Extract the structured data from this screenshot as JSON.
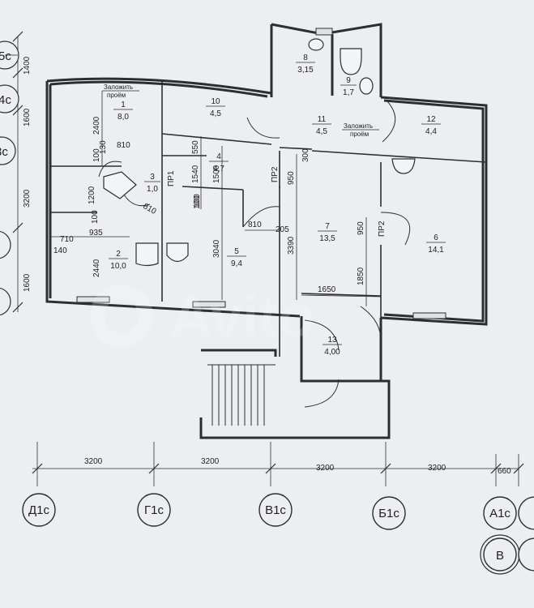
{
  "rooms": [
    {
      "num": "1",
      "area": "8,0"
    },
    {
      "num": "2",
      "area": "10,0"
    },
    {
      "num": "3",
      "area": "1,0"
    },
    {
      "num": "4",
      "area": "4,7"
    },
    {
      "num": "5",
      "area": "9,4"
    },
    {
      "num": "6",
      "area": "14,1"
    },
    {
      "num": "7",
      "area": "13,5"
    },
    {
      "num": "8",
      "area": "3,15"
    },
    {
      "num": "9",
      "area": "1,7"
    },
    {
      "num": "10",
      "area": "4,5"
    },
    {
      "num": "11",
      "area": "4,5"
    },
    {
      "num": "12",
      "area": "4,4"
    },
    {
      "num": "13",
      "area": "4,00"
    }
  ],
  "notes": {
    "brick_up_line1": "Заложить",
    "brick_up_line2": "проём"
  },
  "openings": {
    "pr1": "ПР1",
    "pr2a": "ПР2",
    "pr2b": "ПР2"
  },
  "dimensions": {
    "bottom": [
      "3200",
      "3200",
      "3200",
      "3200",
      "660"
    ],
    "left": [
      "1400",
      "1600",
      "3200",
      "1600"
    ],
    "interior": [
      "2400",
      "130",
      "810",
      "100",
      "550",
      "1200",
      "100",
      "810",
      "100",
      "1540",
      "1500",
      "950",
      "300",
      "710",
      "935",
      "140",
      "2440",
      "100",
      "3040",
      "810",
      "205",
      "3390",
      "950",
      "1850",
      "1650"
    ]
  },
  "axes": {
    "bottom": [
      "Д1с",
      "Г1с",
      "В1с",
      "Б1с",
      "А1с",
      "В"
    ],
    "left": [
      "5с",
      "4с",
      "3с"
    ]
  }
}
